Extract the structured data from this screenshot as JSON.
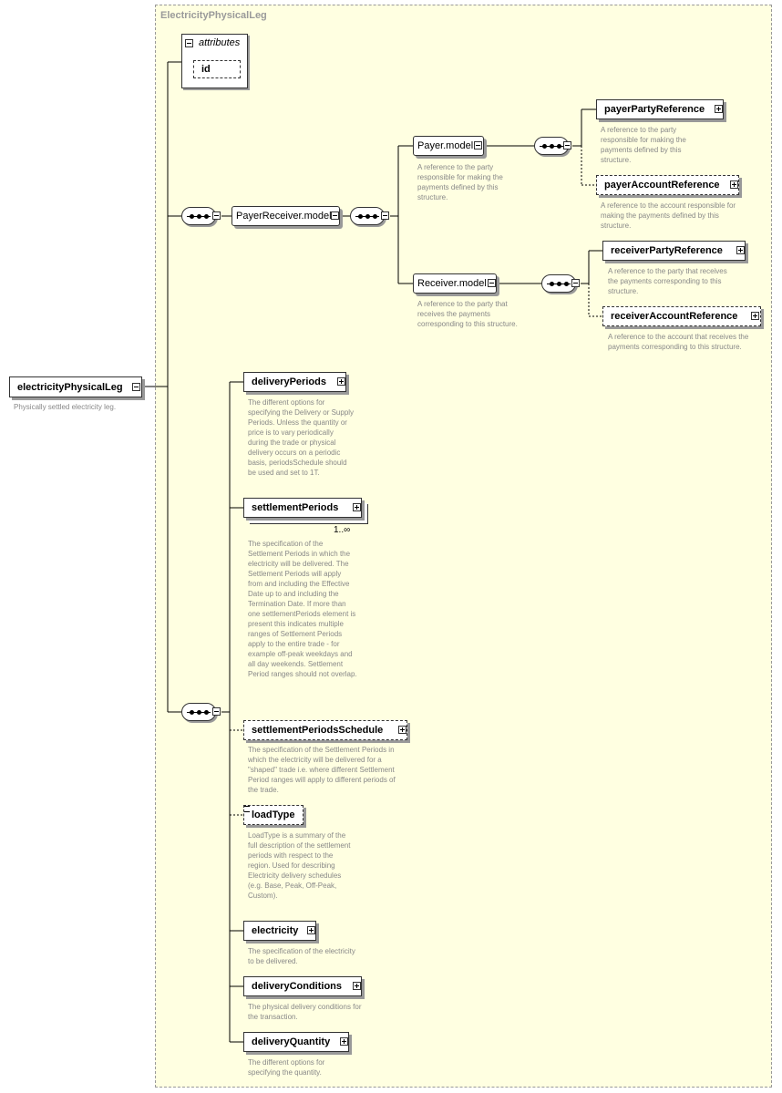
{
  "diagram": {
    "title": "ElectricityPhysicalLeg",
    "attributes_label": "attributes",
    "attribute_id": "id",
    "root": {
      "label": "electricityPhysicalLeg",
      "note": "Physically settled electricity leg."
    },
    "payer_receiver_model": "PayerReceiver.model",
    "payer_model": {
      "label": "Payer.model",
      "note": "A reference to the party responsible for making the payments defined by this structure."
    },
    "receiver_model": {
      "label": "Receiver.model",
      "note": "A reference to the party that receives the payments corresponding to this structure."
    },
    "payer_party_reference": {
      "label": "payerPartyReference",
      "note": "A reference to the party responsible for making the payments defined by this structure."
    },
    "payer_account_reference": {
      "label": "payerAccountReference",
      "note": "A reference to the account responsible for making the payments defined by this structure."
    },
    "receiver_party_reference": {
      "label": "receiverPartyReference",
      "note": "A reference to the party that receives the payments corresponding to this structure."
    },
    "receiver_account_reference": {
      "label": "receiverAccountReference",
      "note": "A reference to the account that receives the payments corresponding to this structure."
    },
    "delivery_periods": {
      "label": "deliveryPeriods",
      "note": "The different options for specifying the Delivery or Supply Periods. Unless the quantity or price is to vary periodically during the trade or physical delivery occurs on a periodic basis, periodsSchedule should be used and set to 1T."
    },
    "settlement_periods": {
      "label": "settlementPeriods",
      "multiplicity": "1..∞",
      "note": "The specification of the Settlement Periods in which the electricity will be delivered. The Settlement Periods will apply from and including the Effective Date up to and including the Termination Date. If more than one settlementPeriods element is present this indicates multiple ranges of Settlement Periods apply to the entire trade - for example off-peak weekdays and all day weekends. Settlement Period ranges should not overlap."
    },
    "settlement_periods_schedule": {
      "label": "settlementPeriodsSchedule",
      "note": "The specification of the Settlement Periods in which the electricity will be delivered for a \"shaped\" trade i.e. where different Settlement Period ranges will apply to different periods of the trade."
    },
    "load_type": {
      "label": "loadType",
      "note": "LoadType is a summary of the full description of the settlement periods with respect to the region. Used for describing Electricity delivery schedules (e.g. Base, Peak, Off-Peak, Custom)."
    },
    "electricity": {
      "label": "electricity",
      "note": "The specification of the electricity to be delivered."
    },
    "delivery_conditions": {
      "label": "deliveryConditions",
      "note": "The physical delivery conditions for the transaction."
    },
    "delivery_quantity": {
      "label": "deliveryQuantity",
      "note": "The different options for specifying the quantity."
    }
  }
}
